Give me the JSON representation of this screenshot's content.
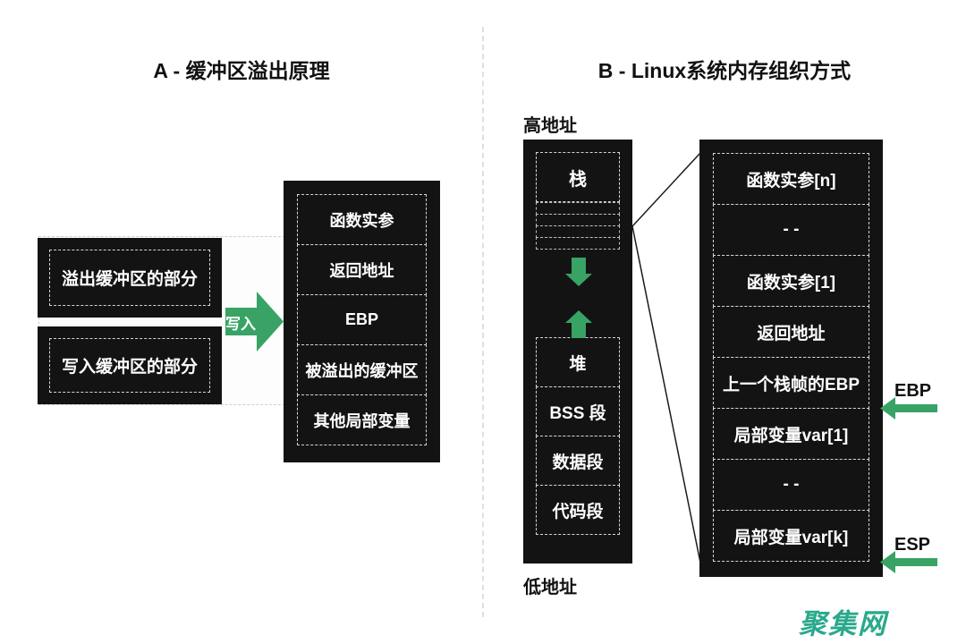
{
  "panel_a": {
    "title": "A - 缓冲区溢出原理",
    "overflow_part_label": "溢出缓冲区的部分",
    "write_part_label": "写入缓冲区的部分",
    "write_arrow_label": "写入",
    "stack_cells": [
      "函数实参",
      "返回地址",
      "EBP",
      "被溢出的缓冲区",
      "其他局部变量"
    ]
  },
  "panel_b": {
    "title": "B - Linux系统内存组织方式",
    "high_address_label": "高地址",
    "low_address_label": "低地址",
    "memory_cells": [
      "栈",
      "堆",
      "BSS 段",
      "数据段",
      "代码段"
    ],
    "frame_cells": [
      "函数实参[n]",
      "- -",
      "函数实参[1]",
      "返回地址",
      "上一个栈帧的EBP",
      "局部变量var[1]",
      "- -",
      "局部变量var[k]"
    ],
    "ebp_label": "EBP",
    "esp_label": "ESP"
  },
  "watermark": "聚集网",
  "colors": {
    "arrow_green": "#38a365",
    "watermark_green": "#2aa98c",
    "box_black": "#131313"
  }
}
